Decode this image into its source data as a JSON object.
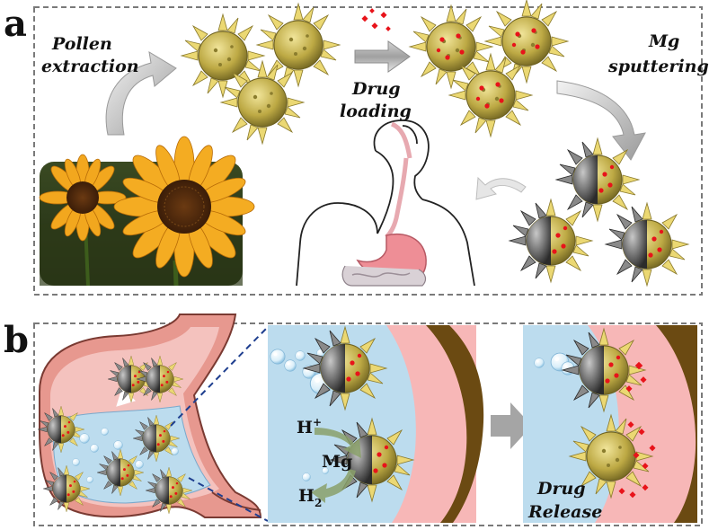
{
  "panels": {
    "a": "a",
    "b": "b"
  },
  "labels": {
    "pollen_line1": "Pollen",
    "pollen_line2": "extraction",
    "drug_line1": "Drug",
    "drug_line2": "loading",
    "mg_line1": "Mg",
    "mg_line2": "sputtering",
    "h_plus": "H",
    "h_plus_sup": "+",
    "mg": "Mg",
    "h2": "H",
    "h2_sub": "2",
    "release_line1": "Drug",
    "release_line2": "Release"
  },
  "colors": {
    "pollen": "#c9b84a",
    "spike": "#e8d56a",
    "mg_coat": "#6f6f6f",
    "drug": "#e8131a",
    "gastric_fluid": "#bcdcee",
    "mucosa": "#f7b7b7",
    "wall": "#6b4a12",
    "stomach": "#e8908a"
  }
}
